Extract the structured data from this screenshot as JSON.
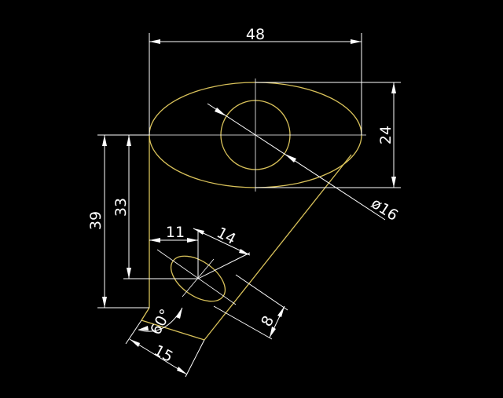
{
  "drawing": {
    "background_color": "#000000",
    "geometry_color": "#d8c15a",
    "dimension_color": "#ffffff",
    "dimensions": {
      "width_overall": "48",
      "height_ellipse": "24",
      "diameter_circle": "ø16",
      "height_39": "39",
      "height_33": "33",
      "offset_11": "11",
      "length_14": "14",
      "length_8": "8",
      "angle_60": "60°",
      "length_15": "15"
    }
  }
}
